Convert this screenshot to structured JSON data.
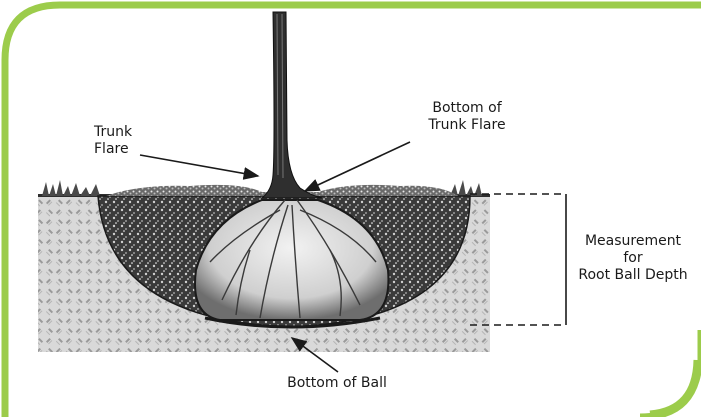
{
  "labels": {
    "trunk_flare_line1": "Trunk",
    "trunk_flare_line2": "Flare",
    "bottom_of_trunk_flare_line1": "Bottom of",
    "bottom_of_trunk_flare_line2": "Trunk Flare",
    "measurement_line1": "Measurement",
    "measurement_line2": "for",
    "measurement_line3": "Root Ball Depth",
    "bottom_of_ball": "Bottom of Ball"
  },
  "colors": {
    "frame_green": "#9ccc4b",
    "ink": "#1a1a1a"
  }
}
